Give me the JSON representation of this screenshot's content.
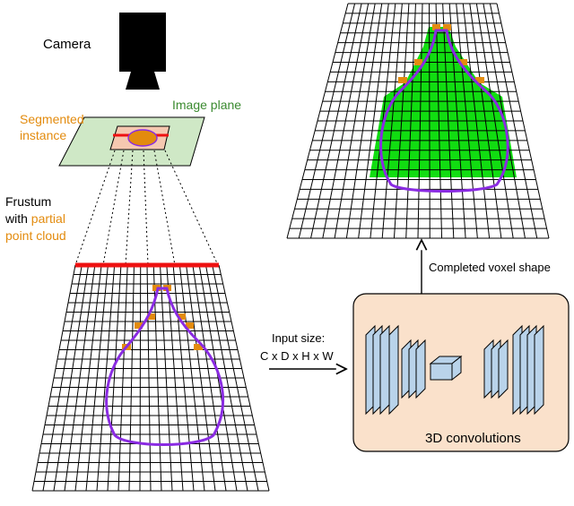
{
  "labels": {
    "camera": "Camera",
    "image_plane": "Image plane",
    "segmented_line1": "Segmented",
    "segmented_line2": "instance",
    "frustum_line1": "Frustum",
    "frustum_line2_prefix": "with",
    "frustum_line2_highlight": "partial",
    "frustum_line3": "point cloud",
    "input_size_line1": "Input size:",
    "input_size_line2": "C x D x H x W",
    "completed": "Completed voxel shape",
    "conv": "3D convolutions"
  },
  "colors": {
    "orange": "#e38b0e",
    "green_text": "#3a8a2f",
    "image_plane_fill": "#cfe8c6",
    "segment_fill": "#f5c8b0",
    "red_bar": "#ee1111",
    "purple": "#8a2be2",
    "voxel_green": "#11dd11",
    "conv_box_fill": "#fae1cb",
    "conv_block_fill": "#b9d3ea"
  },
  "icons": {
    "camera": "camera-icon",
    "arrow": "arrow-right-icon"
  }
}
